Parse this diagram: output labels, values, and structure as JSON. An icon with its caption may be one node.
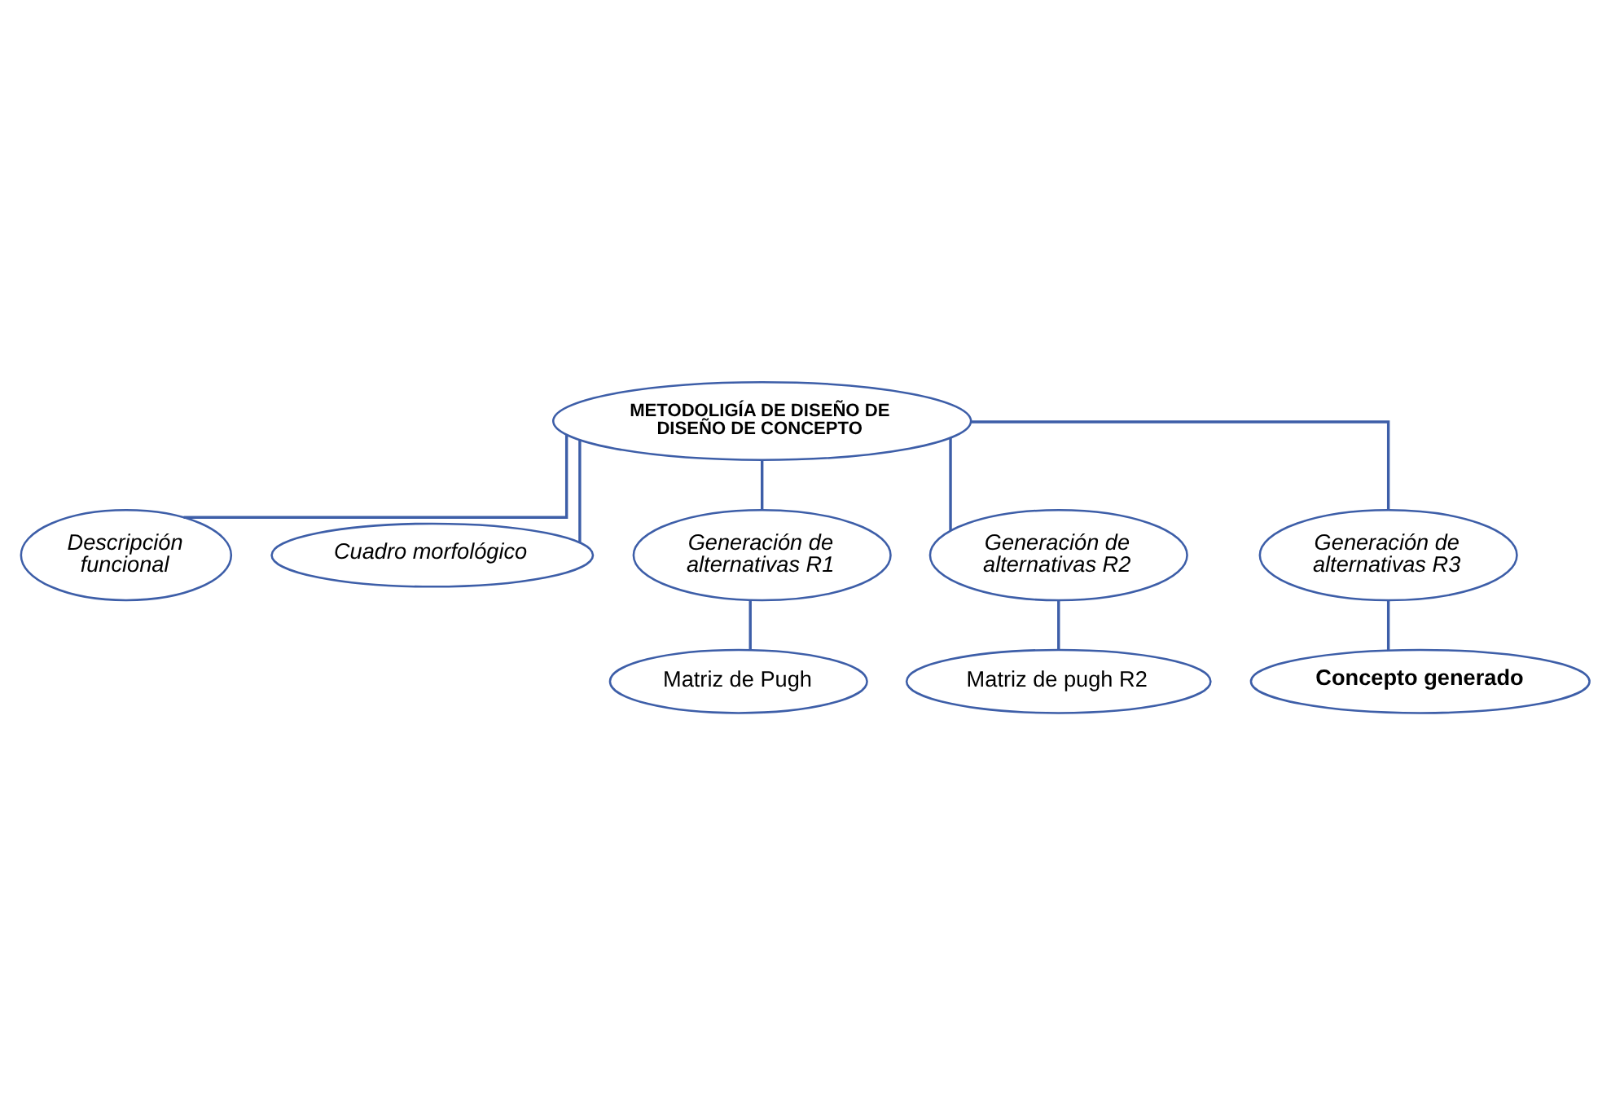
{
  "diagram": {
    "nodes": [
      {
        "text": [
          "METODOLIGÍA DE DISEÑO DE DISEÑO DE CONCEPTO"
        ]
      },
      {
        "text": [
          "Descripción funcional"
        ]
      },
      {
        "text": [
          "Cuadro morfológico"
        ]
      },
      {
        "text": [
          "Generación de alternativas R1"
        ]
      },
      {
        "text": [
          "Generación de alternativas R2"
        ]
      },
      {
        "text": [
          "Generación de alternativas R3"
        ]
      },
      {
        "text": [
          "Matriz de Pugh"
        ]
      },
      {
        "text": [
          "Matriz de pugh R2"
        ]
      },
      {
        "text": [
          "Concepto generado"
        ]
      }
    ],
    "edges": [
      {
        "from": 0,
        "to": 1,
        "arrow": "none"
      },
      {
        "from": 0,
        "to": 2,
        "arrow": "none"
      },
      {
        "from": 0,
        "to": 3,
        "arrow": "none"
      },
      {
        "from": 0,
        "to": 4,
        "arrow": "none"
      },
      {
        "from": 0,
        "to": 5,
        "arrow": "none"
      },
      {
        "from": 3,
        "to": 6,
        "arrow": "none"
      },
      {
        "from": 4,
        "to": 7,
        "arrow": "none"
      },
      {
        "from": 5,
        "to": 8,
        "arrow": "none"
      }
    ]
  }
}
